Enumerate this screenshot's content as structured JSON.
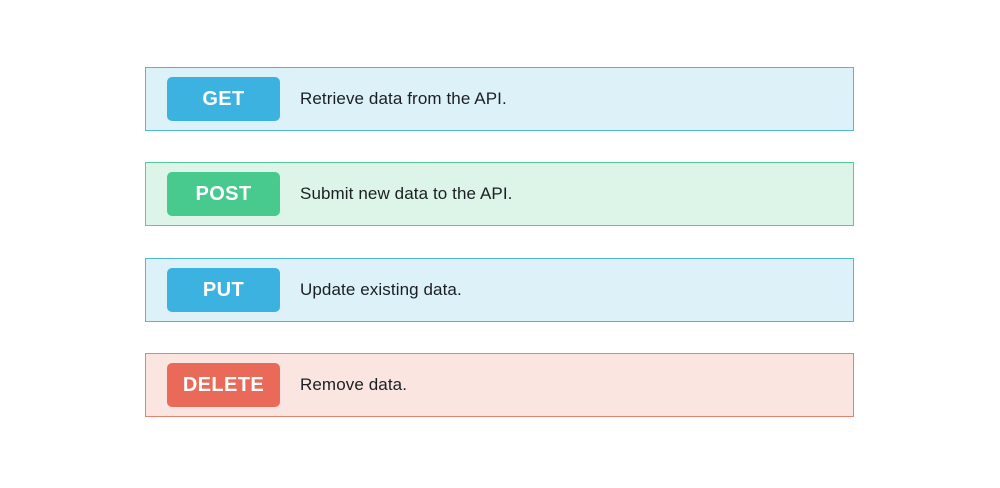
{
  "panel": {
    "background_color": "#ffffff",
    "description_text_color": "#1b1f23"
  },
  "rows": [
    {
      "method": "GET",
      "description": "Retrieve data from the API.",
      "badge_color": "#3bb2e0",
      "badge_text_color": "#ffffff",
      "row_background": "#ddf1f9",
      "border_color": "#4fb8d6"
    },
    {
      "method": "POST",
      "description": "Submit new data to the API.",
      "badge_color": "#48c98d",
      "badge_text_color": "#ffffff",
      "row_background": "#ddf4e8",
      "border_color": "#58cc97"
    },
    {
      "method": "PUT",
      "description": "Update existing data.",
      "badge_color": "#3bb2e0",
      "badge_text_color": "#ffffff",
      "row_background": "#ddf1f9",
      "border_color": "#4fb8d6"
    },
    {
      "method": "DELETE",
      "description": "Remove data.",
      "badge_color": "#ea6a59",
      "badge_text_color": "#ffffff",
      "row_background": "#fbe5e1",
      "border_color": "#e5826e"
    }
  ]
}
